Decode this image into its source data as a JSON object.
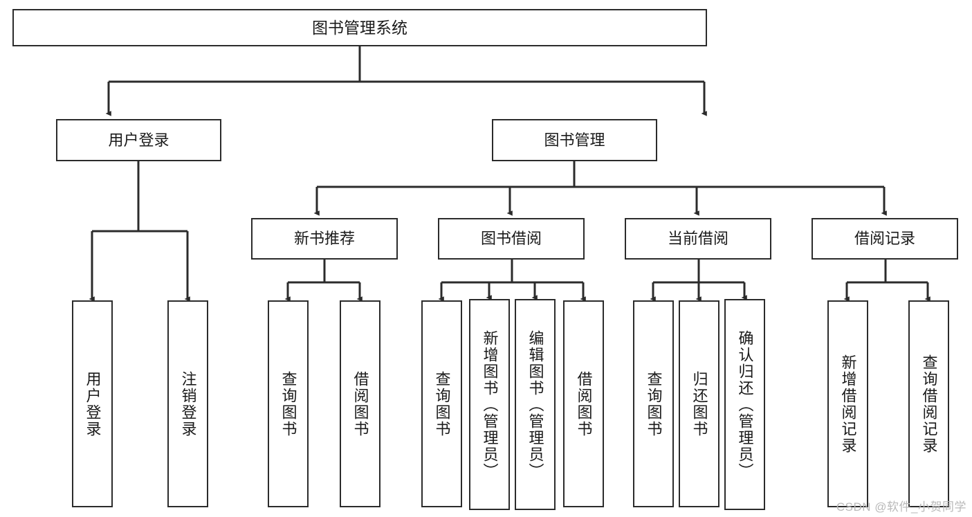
{
  "diagram": {
    "title": "图书管理系统",
    "type": "tree-hierarchy-chart",
    "watermark": "CSDN @软件_小贺同学",
    "stroke_color": "#2b2b2b",
    "fill_color": "#ffffff",
    "text_color": "#1a1a1a",
    "watermark_color": "#b9b9b9"
  },
  "nodes": {
    "root": {
      "label": "图书管理系统",
      "level": 1,
      "orientation": "horizontal"
    },
    "level2": [
      {
        "id": "user-login",
        "label": "用户登录",
        "orientation": "horizontal"
      },
      {
        "id": "book-management",
        "label": "图书管理",
        "orientation": "horizontal"
      }
    ],
    "level3": [
      {
        "id": "new-book-recommend",
        "label": "新书推荐",
        "orientation": "horizontal"
      },
      {
        "id": "book-borrow",
        "label": "图书借阅",
        "orientation": "horizontal"
      },
      {
        "id": "current-borrow",
        "label": "当前借阅",
        "orientation": "horizontal"
      },
      {
        "id": "borrow-record",
        "label": "借阅记录",
        "orientation": "horizontal"
      }
    ],
    "leaves": [
      {
        "id": "leaf-user-login",
        "label": "用户登录",
        "parent": "user-login",
        "orientation": "vertical"
      },
      {
        "id": "leaf-logout-login",
        "label": "注销登录",
        "parent": "user-login",
        "orientation": "vertical"
      },
      {
        "id": "leaf-query-book-1",
        "label": "查询图书",
        "parent": "new-book-recommend",
        "orientation": "vertical"
      },
      {
        "id": "leaf-borrow-book-1",
        "label": "借阅图书",
        "parent": "new-book-recommend",
        "orientation": "vertical"
      },
      {
        "id": "leaf-query-book-2",
        "label": "查询图书",
        "parent": "book-borrow",
        "orientation": "vertical"
      },
      {
        "id": "leaf-add-book",
        "label": "新增图书（管理员）",
        "parent": "book-borrow",
        "orientation": "vertical"
      },
      {
        "id": "leaf-edit-book",
        "label": "编辑图书（管理员）",
        "parent": "book-borrow",
        "orientation": "vertical"
      },
      {
        "id": "leaf-borrow-book-2",
        "label": "借阅图书",
        "parent": "book-borrow",
        "orientation": "vertical"
      },
      {
        "id": "leaf-query-book-3",
        "label": "查询图书",
        "parent": "current-borrow",
        "orientation": "vertical"
      },
      {
        "id": "leaf-return-book",
        "label": "归还图书",
        "parent": "current-borrow",
        "orientation": "vertical"
      },
      {
        "id": "leaf-confirm-return",
        "label": "确认归还（管理员）",
        "parent": "current-borrow",
        "orientation": "vertical"
      },
      {
        "id": "leaf-add-record",
        "label": "新增借阅记录",
        "parent": "borrow-record",
        "orientation": "vertical"
      },
      {
        "id": "leaf-query-record",
        "label": "查询借阅记录",
        "parent": "borrow-record",
        "orientation": "vertical"
      }
    ]
  }
}
